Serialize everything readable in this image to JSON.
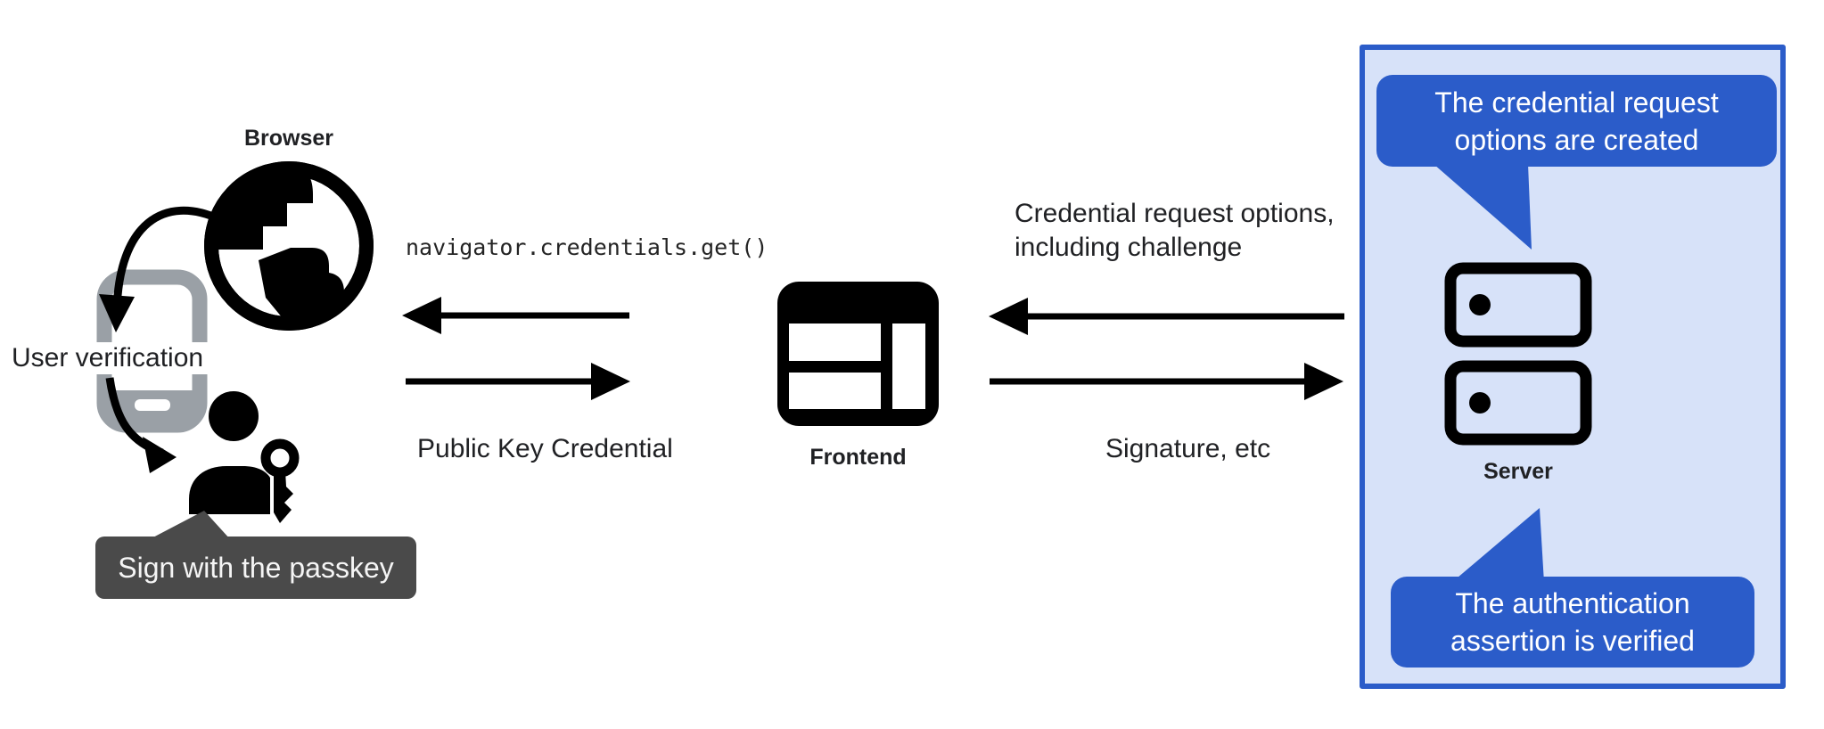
{
  "colors": {
    "accent_blue": "#2b5cc9",
    "panel_blue_bg": "#d7e2f9",
    "dark_tooltip_gray": "#4a4a4a",
    "phone_gray": "#9aa0a6",
    "icon_black": "#000000",
    "text": "#202124",
    "background": "#ffffff"
  },
  "left": {
    "browser_label": "Browser",
    "user_verification_label": "User verification",
    "passkey_bubble_text": "Sign with the passkey",
    "icons": {
      "globe": "globe-browser-icon",
      "phone": "smartphone-icon",
      "user": "user-with-passkey-icon"
    }
  },
  "center": {
    "api_call": "navigator.credentials.get()",
    "response_label": "Public Key Credential",
    "frontend_label": "Frontend",
    "icon": "web-layout-icon"
  },
  "server_exchange": {
    "request_line1": "Credential request options,",
    "request_line2": "including challenge",
    "response_label": "Signature, etc"
  },
  "server_panel": {
    "server_label": "Server",
    "icon": "server-stack-icon",
    "bubble_top": {
      "line1": "The credential request",
      "line2": "options are created"
    },
    "bubble_bottom": {
      "line1": "The authentication",
      "line2": "assertion is verified"
    }
  }
}
